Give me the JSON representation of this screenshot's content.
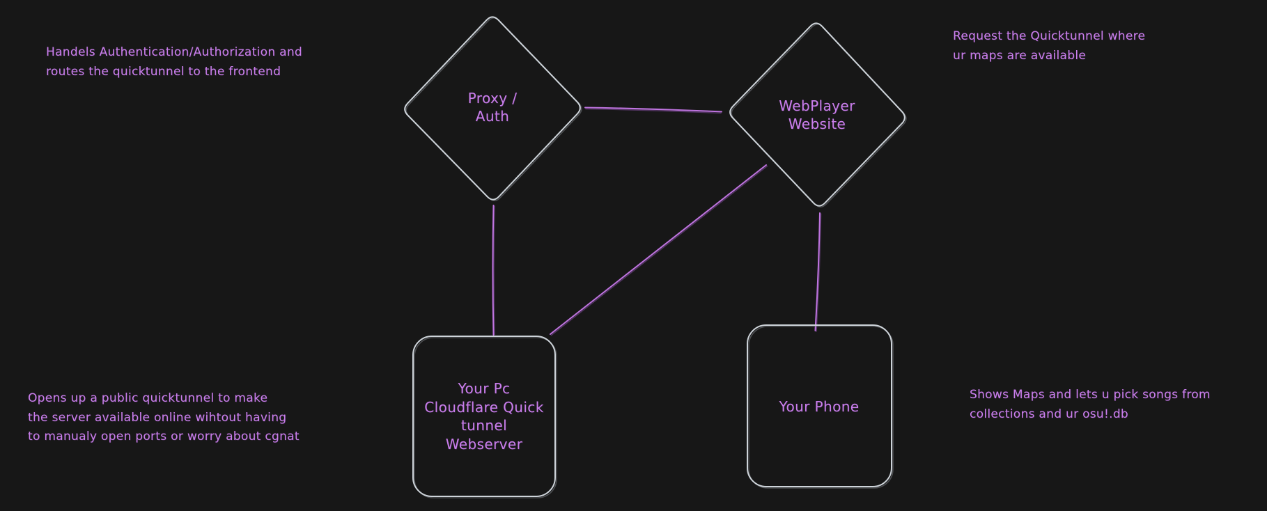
{
  "canvas": {
    "background_color": "#171717",
    "shape_stroke_color": "#ced4da",
    "connector_color": "#bf74e0",
    "text_color": "#c97eeb"
  },
  "nodes": [
    {
      "id": "proxy-auth",
      "shape": "diamond",
      "label_lines": [
        "Proxy /",
        "Auth"
      ]
    },
    {
      "id": "webplayer-website",
      "shape": "diamond",
      "label_lines": [
        "WebPlayer",
        "Website"
      ]
    },
    {
      "id": "your-pc-webserver",
      "shape": "rounded-rectangle",
      "label_lines": [
        "Your Pc",
        "Cloudflare Quick",
        "tunnel",
        "Webserver"
      ]
    },
    {
      "id": "your-phone",
      "shape": "rounded-rectangle",
      "label_lines": [
        "Your Phone"
      ]
    }
  ],
  "connectors": [
    {
      "from": "proxy-auth",
      "to": "webplayer-website"
    },
    {
      "from": "proxy-auth",
      "to": "your-pc-webserver"
    },
    {
      "from": "your-pc-webserver",
      "to": "webplayer-website"
    },
    {
      "from": "webplayer-website",
      "to": "your-phone"
    }
  ],
  "annotations": {
    "top_left": {
      "lines": [
        "Handels Authentication/Authorization and",
        "routes the quicktunnel to the frontend"
      ]
    },
    "top_right": {
      "lines": [
        "Request the Quicktunnel where",
        "ur maps are available"
      ]
    },
    "bottom_left": {
      "lines": [
        "Opens up a public quicktunnel to make",
        "the server available online wihtout having",
        "to manualy open ports or worry about cgnat"
      ]
    },
    "bottom_right": {
      "lines": [
        "Shows Maps and lets u pick songs from",
        "collections and ur osu!.db"
      ]
    }
  }
}
